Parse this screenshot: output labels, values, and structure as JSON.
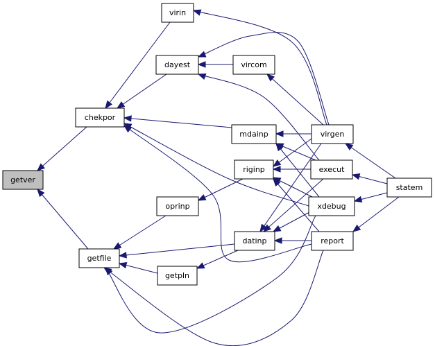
{
  "colors": {
    "edge": "#191970",
    "node_fill": "#ffffff",
    "highlight_fill": "#bfbfbf",
    "border": "#000000"
  },
  "nodes": {
    "getver": {
      "label": "getver",
      "highlight": true
    },
    "chekpor": {
      "label": "chekpor"
    },
    "getfile": {
      "label": "getfile"
    },
    "virin": {
      "label": "virin"
    },
    "dayest": {
      "label": "dayest"
    },
    "vircom": {
      "label": "vircom"
    },
    "mdainp": {
      "label": "mdainp"
    },
    "riginp": {
      "label": "riginp"
    },
    "oprinp": {
      "label": "oprinp"
    },
    "datinp": {
      "label": "datinp"
    },
    "getpln": {
      "label": "getpln"
    },
    "virgen": {
      "label": "virgen"
    },
    "execut": {
      "label": "execut"
    },
    "xdebug": {
      "label": "xdebug"
    },
    "report": {
      "label": "report"
    },
    "statem": {
      "label": "statem"
    }
  },
  "edges": [
    {
      "from": "chekpor",
      "to": "getver"
    },
    {
      "from": "getfile",
      "to": "getver"
    },
    {
      "from": "virin",
      "to": "chekpor"
    },
    {
      "from": "dayest",
      "to": "chekpor"
    },
    {
      "from": "mdainp",
      "to": "chekpor"
    },
    {
      "from": "xdebug",
      "to": "chekpor"
    },
    {
      "from": "report",
      "to": "chekpor"
    },
    {
      "from": "oprinp",
      "to": "getfile"
    },
    {
      "from": "datinp",
      "to": "getfile"
    },
    {
      "from": "getpln",
      "to": "getfile"
    },
    {
      "from": "xdebug",
      "to": "getfile"
    },
    {
      "from": "report",
      "to": "getfile"
    },
    {
      "from": "virgen",
      "to": "virin"
    },
    {
      "from": "vircom",
      "to": "dayest"
    },
    {
      "from": "virgen",
      "to": "dayest"
    },
    {
      "from": "execut",
      "to": "dayest"
    },
    {
      "from": "virgen",
      "to": "vircom"
    },
    {
      "from": "virgen",
      "to": "mdainp"
    },
    {
      "from": "execut",
      "to": "mdainp"
    },
    {
      "from": "xdebug",
      "to": "mdainp"
    },
    {
      "from": "riginp",
      "to": "oprinp"
    },
    {
      "from": "virgen",
      "to": "riginp"
    },
    {
      "from": "execut",
      "to": "riginp"
    },
    {
      "from": "xdebug",
      "to": "riginp"
    },
    {
      "from": "report",
      "to": "riginp"
    },
    {
      "from": "virgen",
      "to": "datinp"
    },
    {
      "from": "execut",
      "to": "datinp"
    },
    {
      "from": "xdebug",
      "to": "datinp"
    },
    {
      "from": "report",
      "to": "datinp"
    },
    {
      "from": "datinp",
      "to": "getpln"
    },
    {
      "from": "statem",
      "to": "virgen"
    },
    {
      "from": "statem",
      "to": "execut"
    },
    {
      "from": "statem",
      "to": "xdebug"
    },
    {
      "from": "statem",
      "to": "report"
    }
  ]
}
